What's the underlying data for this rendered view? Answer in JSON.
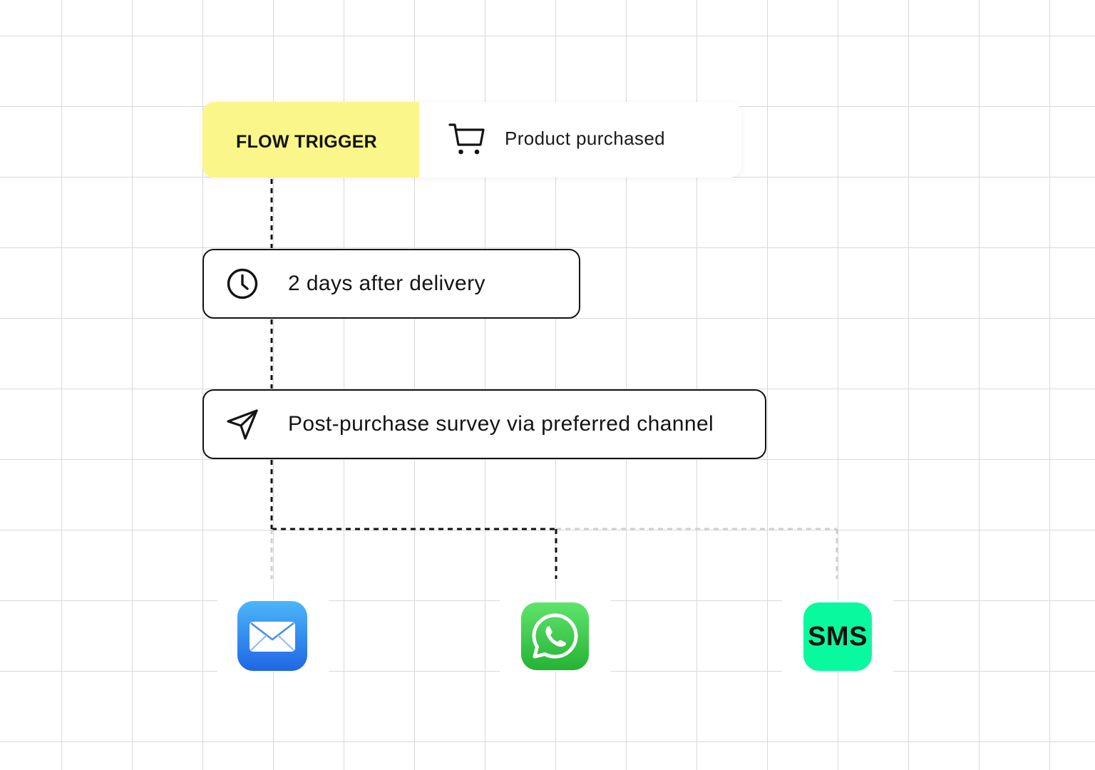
{
  "flow": {
    "trigger": {
      "tag": "FLOW TRIGGER",
      "value": "Product purchased",
      "icon": "shopping-cart-icon",
      "tag_color": "#fbf68a"
    },
    "steps": [
      {
        "type": "delay",
        "icon": "clock-icon",
        "label": "2 days after delivery"
      },
      {
        "type": "send",
        "icon": "paper-plane-icon",
        "label": "Post-purchase survey via preferred channel"
      }
    ],
    "channels": [
      {
        "name": "email",
        "icon": "mail-app-icon",
        "active": false
      },
      {
        "name": "whatsapp",
        "icon": "whatsapp-icon",
        "active": true
      },
      {
        "name": "sms",
        "icon": "sms-icon",
        "text": "SMS",
        "active": false,
        "color": "#09fa9e"
      }
    ]
  }
}
